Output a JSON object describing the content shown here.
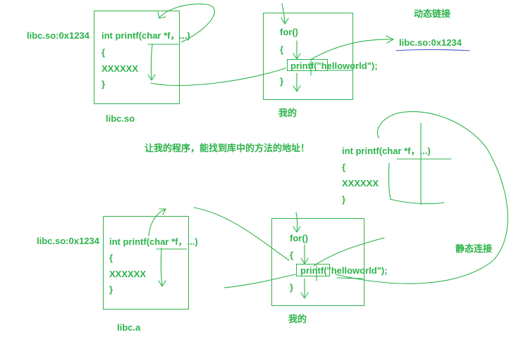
{
  "colors": {
    "ink": "#2db34a",
    "underline": "#3b55c9",
    "background": "#ffffff"
  },
  "dynamic": {
    "title": "动态链接",
    "lib_addr": "libc.so:0x1234",
    "lib_code": [
      "int printf(char *f，...)",
      "{",
      "XXXXXX",
      "}"
    ],
    "lib_name": "libc.so",
    "my_code": [
      "for()",
      "{",
      "printf(\"helloworld\");",
      "}"
    ],
    "my_name": "我的",
    "resolved_addr": "libc.so:0x1234"
  },
  "caption": "让我的程序，能找到库中的方法的地址！",
  "static": {
    "title": "静态连接",
    "copied_code": [
      "int printf(char *f，...)",
      "{",
      "XXXXXX",
      "}"
    ],
    "lib_addr": "libc.so:0x1234",
    "lib_code": [
      "int printf(char *f，...)",
      "{",
      "XXXXXX",
      "}"
    ],
    "lib_name": "libc.a",
    "my_code": [
      "for()",
      "{",
      "printf(\"helloworld\");",
      "}"
    ],
    "my_name": "我的"
  }
}
